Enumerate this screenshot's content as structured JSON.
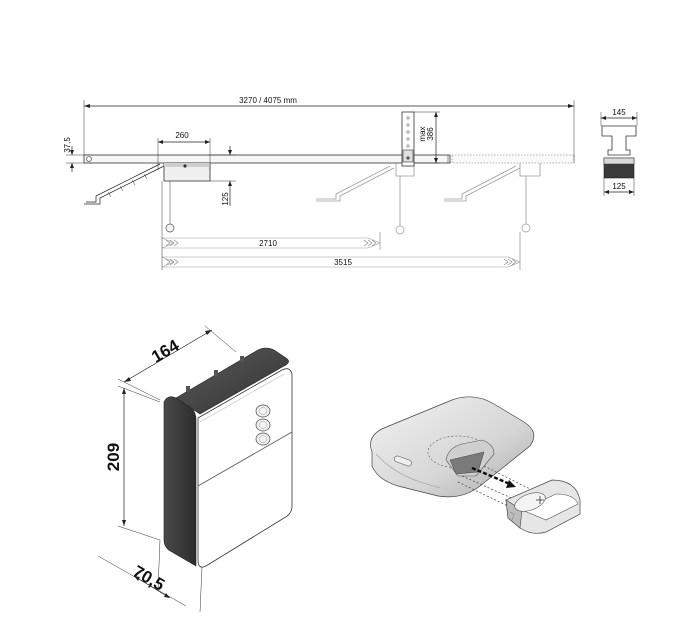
{
  "rail_drawing": {
    "total_length": "3270 / 4075 mm",
    "motor_width": "260",
    "rail_height": "37,5",
    "motor_drop": "125",
    "bracket_max": "max\n386",
    "bracket_max_label": "max",
    "bracket_max_value": "386",
    "travel_short": "2710",
    "travel_long": "3515"
  },
  "cross_section": {
    "top_width": "145",
    "bottom_width": "125"
  },
  "control_box": {
    "width": "164",
    "height": "209",
    "depth": "70,5"
  },
  "colors": {
    "line": "#222222",
    "ghost_line": "#9a9a9a",
    "box_side": "#3a3a3a",
    "box_front": "#ffffff"
  }
}
